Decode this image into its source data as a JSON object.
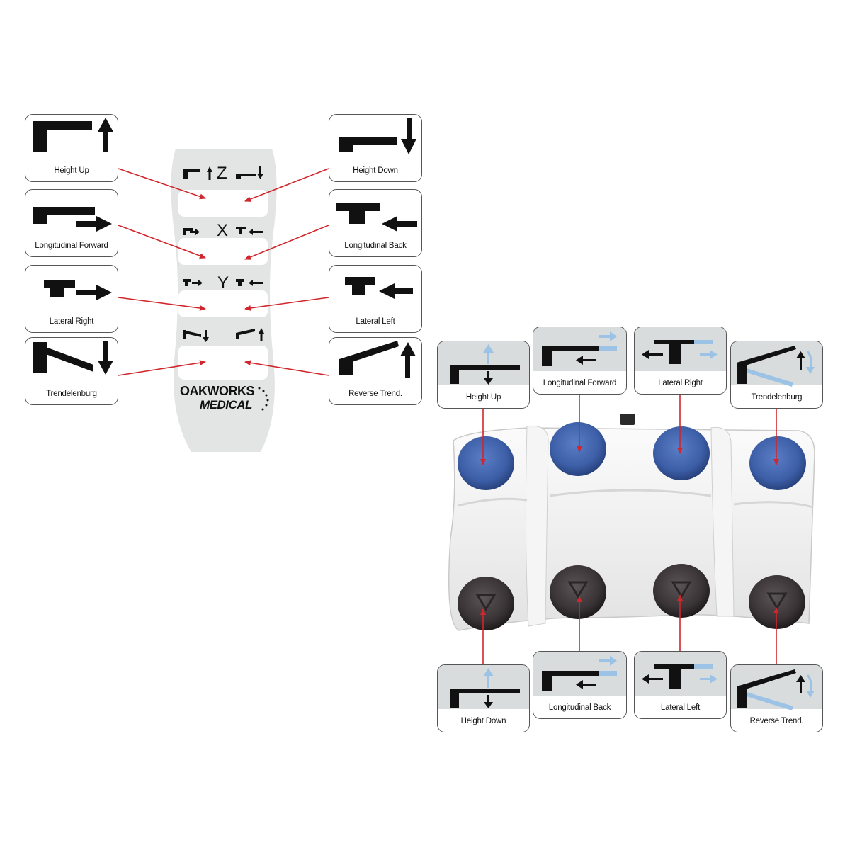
{
  "remote": {
    "axis_labels": [
      "Z",
      "X",
      "Y"
    ],
    "brand_line1": "OAKWORKS",
    "brand_line2": "MEDICAL"
  },
  "left_cards": {
    "height_up": "Height Up",
    "height_down": "Height Down",
    "longitudinal_forward": "Longitudinal Forward",
    "longitudinal_back": "Longitudinal Back",
    "lateral_right": "Lateral Right",
    "lateral_left": "Lateral Left",
    "trendelenburg": "Trendelenburg",
    "reverse_trend": "Reverse Trend."
  },
  "pedal_top_cards": {
    "height_up": "Height Up",
    "longitudinal_forward": "Longitudinal Forward",
    "lateral_right": "Lateral Right",
    "trendelenburg": "Trendelenburg"
  },
  "pedal_bottom_cards": {
    "height_down": "Height Down",
    "longitudinal_back": "Longitudinal Back",
    "lateral_left": "Lateral Left",
    "reverse_trend": "Reverse Trend."
  },
  "colors": {
    "arrow": "#d0262c",
    "blue_button": "#3d5fa8",
    "dark_button": "#3a3436",
    "light_blue_arrow": "#9cc3e6",
    "remote_body": "#e3e4e4",
    "card_shade": "#d9dcdc"
  }
}
